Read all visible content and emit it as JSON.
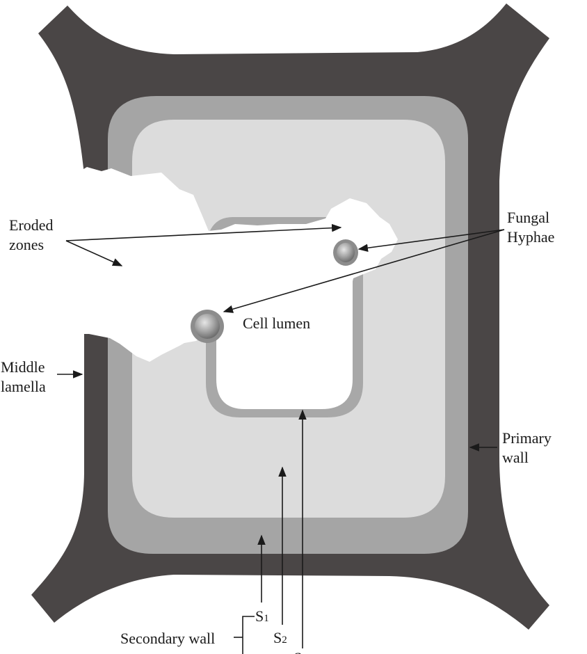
{
  "labels": {
    "eroded_line1": "Eroded",
    "eroded_line2": "zones",
    "fungal_line1": "Fungal",
    "fungal_line2": "Hyphae",
    "cell_lumen": "Cell lumen",
    "middle_line1": "Middle",
    "middle_line2": "lamella",
    "primary_line1": "Primary",
    "primary_line2": "wall",
    "secondary_wall": "Secondary wall",
    "s1_main": "S",
    "s1_sub": "1",
    "s2_main": "S",
    "s2_sub": "2",
    "s3_main": "S"
  },
  "colors": {
    "middle_lamella": "#4a4646",
    "primary_wall": "#a5a5a5",
    "s2_layer": "#dcdcdc",
    "lumen": "#ffffff",
    "s3_layer": "#a8a8a8",
    "hypha": "#8f8f8f",
    "line": "#1a1a1a"
  }
}
